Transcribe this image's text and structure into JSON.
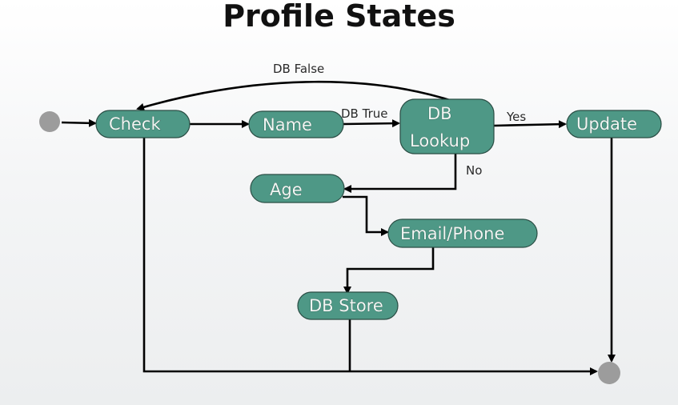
{
  "title": "Profile States",
  "nodes": {
    "check": {
      "label": "Check"
    },
    "name": {
      "label": "Name"
    },
    "lookup": {
      "label_line1": "DB",
      "label_line2": "Lookup"
    },
    "update": {
      "label": "Update"
    },
    "age": {
      "label": "Age"
    },
    "email": {
      "label": "Email/Phone"
    },
    "store": {
      "label": "DB Store"
    }
  },
  "edges": {
    "db_false": "DB False",
    "db_true": "DB True",
    "yes": "Yes",
    "no": "No"
  },
  "colors": {
    "node_fill": "#4e9886",
    "edge": "#000000",
    "pseudo_state": "#9c9c9c"
  }
}
